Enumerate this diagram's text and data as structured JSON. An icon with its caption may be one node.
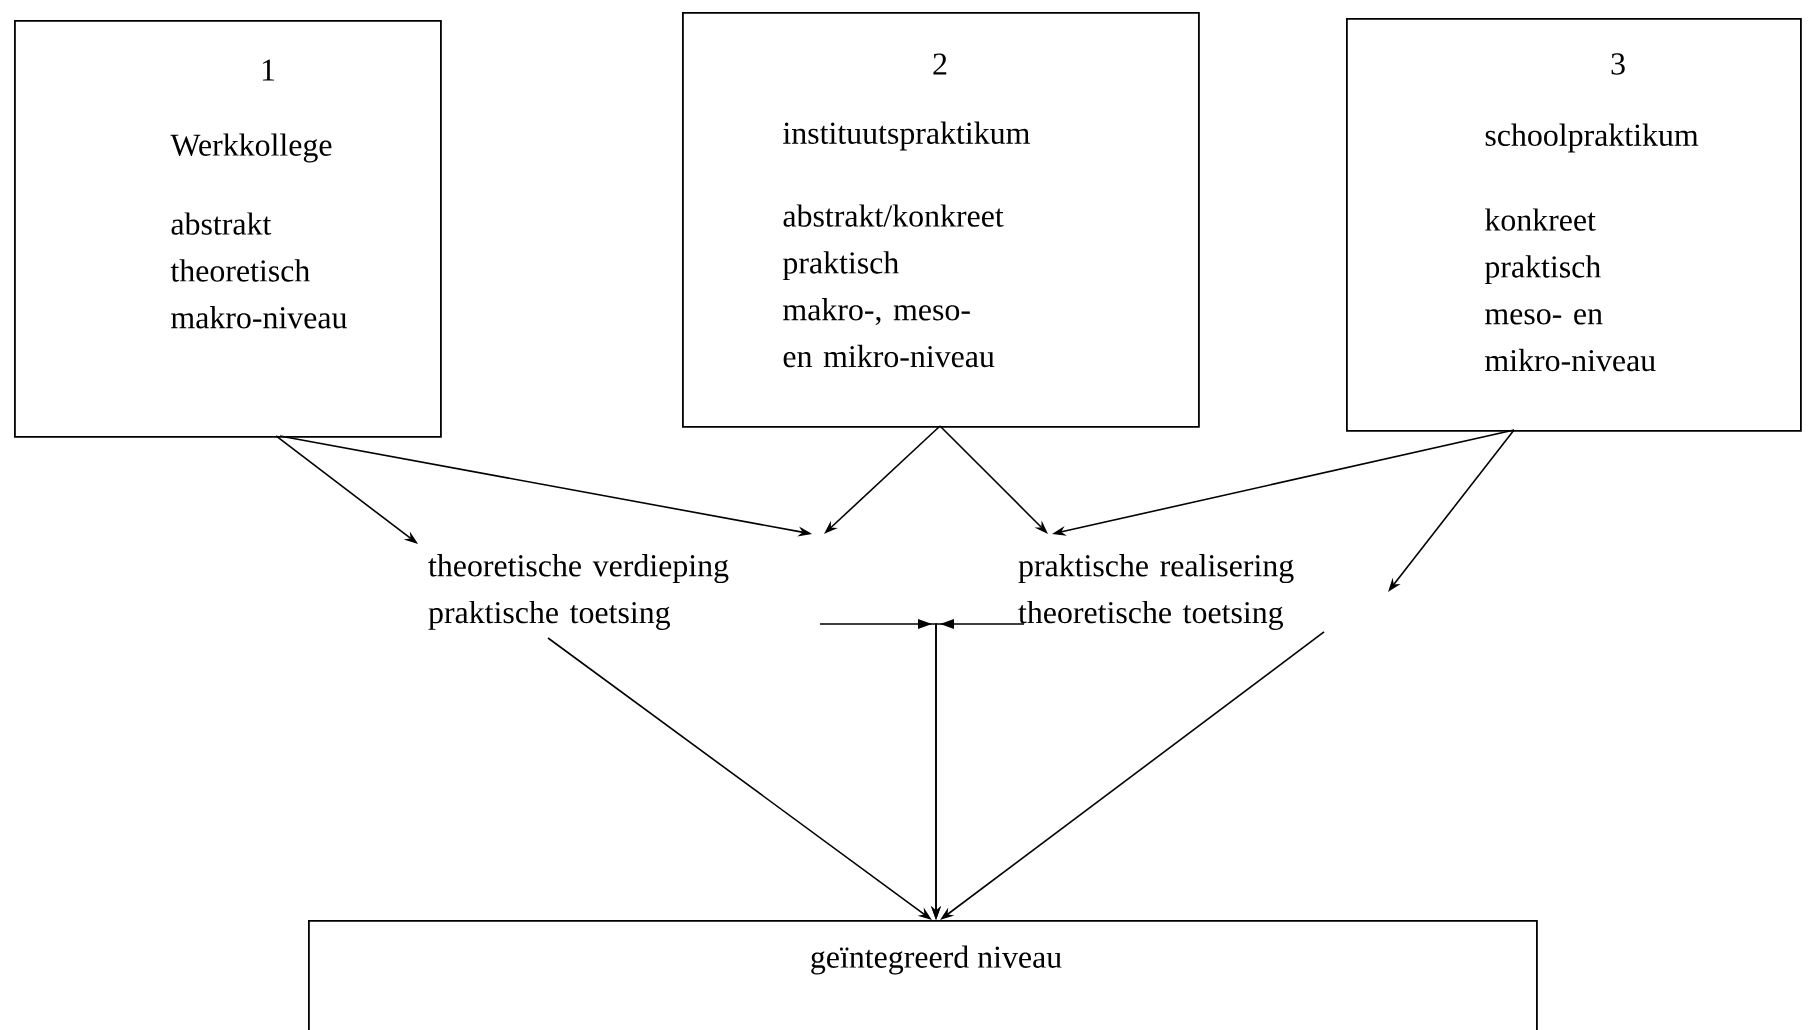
{
  "diagram": {
    "nodes": [
      {
        "text": [
          "1",
          "Werkkollege",
          "abstrakt theoretisch makro-niveau"
        ]
      },
      {
        "text": [
          "2",
          "instituutspraktikum",
          "abstrakt/konkreet praktisch makro-, meso- en mikro-niveau"
        ]
      },
      {
        "text": [
          "3",
          "schoolpraktikum",
          "konkreet praktisch meso- en mikro-niveau"
        ]
      },
      {
        "text": [
          "theoretische verdieping praktische toetsing"
        ]
      },
      {
        "text": [
          "praktische realisering theoretische toetsing"
        ]
      },
      {
        "text": [
          "geïntegreerd niveau"
        ]
      }
    ],
    "edges": [
      {
        "from": 0,
        "to": 3,
        "arrow": "to"
      },
      {
        "from": 0,
        "to": 3,
        "arrow": "to"
      },
      {
        "from": 1,
        "to": 3,
        "arrow": "to"
      },
      {
        "from": 1,
        "to": 4,
        "arrow": "to"
      },
      {
        "from": 2,
        "to": 4,
        "arrow": "to"
      },
      {
        "from": 2,
        "to": 4,
        "arrow": "to"
      },
      {
        "from": 3,
        "to": 5,
        "arrow": "to"
      },
      {
        "from": 4,
        "to": 5,
        "arrow": "to"
      },
      {
        "from": 3,
        "to": 5,
        "arrow": "to"
      },
      {
        "from": 4,
        "to": 5,
        "arrow": "to"
      }
    ]
  }
}
